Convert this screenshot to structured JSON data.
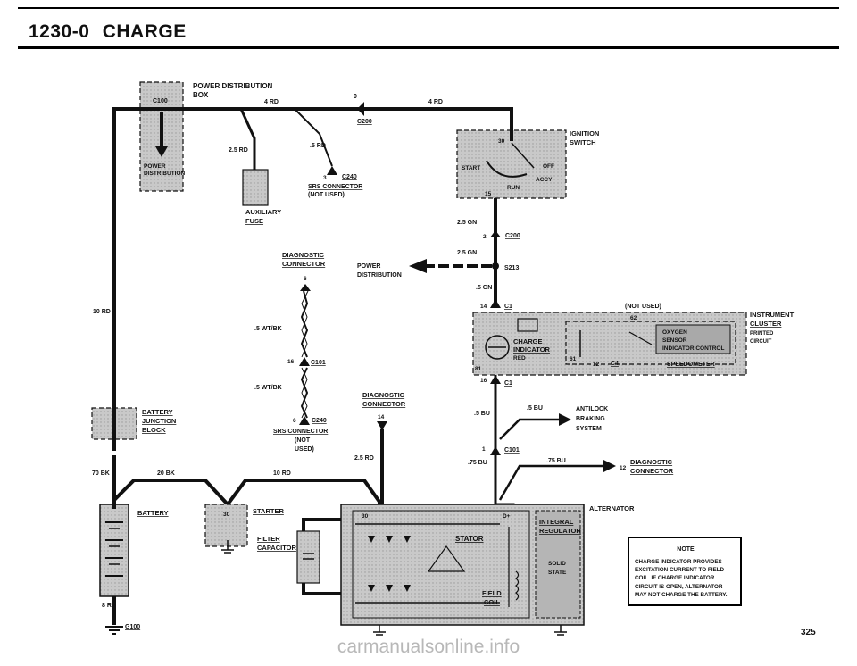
{
  "page": {
    "title": "1230-0   CHARGE",
    "page_number": "325",
    "watermark": "carmanualsonline.info"
  },
  "components": {
    "power_distribution_box": {
      "line1": "POWER DISTRIBUTION",
      "line2": "BOX",
      "connector": "C100",
      "inner1": "POWER",
      "inner2": "DISTRIBUTION"
    },
    "auxiliary_fuse": {
      "line1": "AUXILIARY",
      "line2": "FUSE"
    },
    "ignition_switch": {
      "line1": "IGNITION",
      "line2": "SWITCH",
      "start": "START",
      "off": "OFF",
      "accy": "ACCY",
      "run": "RUN",
      "pin_top": "30",
      "pin_bottom": "15"
    },
    "battery_junction_block": {
      "line1": "BATTERY",
      "line2": "JUNCTION",
      "line3": "BLOCK"
    },
    "battery": {
      "label": "BATTERY"
    },
    "starter": {
      "label": "STARTER",
      "pin": "30"
    },
    "filter_capacitor": {
      "line1": "FILTER",
      "line2": "CAPACITOR"
    },
    "alternator": {
      "label": "ALTERNATOR",
      "stator": "STATOR",
      "field1": "FIELD",
      "field2": "COIL",
      "pin_b": "30",
      "pin_d": "D+",
      "regulator1": "INTEGRAL",
      "regulator2": "REGULATOR",
      "solid1": "SOLID",
      "solid2": "STATE"
    },
    "instrument_cluster": {
      "line1": "INSTRUMENT",
      "line2": "CLUSTER",
      "line3": "PRINTED",
      "line4": "CIRCUIT",
      "not_used": "(NOT USED)",
      "charge1": "CHARGE",
      "charge2": "INDICATOR",
      "charge_color": "RED",
      "oxygen1": "OXYGEN",
      "oxygen2": "SENSOR",
      "oxygen3": "INDICATOR CONTROL",
      "speedometer": "SPEEDOMETER",
      "c4": "C4",
      "pin_61": "61",
      "pin_12": "12",
      "pin_81": "81",
      "pin_62": "62"
    },
    "diagnostic_connector_left": {
      "line1": "DIAGNOSTIC",
      "line2": "CONNECTOR",
      "pin": "6"
    },
    "diagnostic_connector_mid": {
      "line1": "DIAGNOSTIC",
      "line2": "CONNECTOR",
      "pin": "14"
    },
    "diagnostic_connector_right": {
      "line1": "DIAGNOSTIC",
      "line2": "CONNECTOR",
      "pin": "12"
    },
    "srs_connector_top": {
      "line1": "SRS CONNECTOR",
      "line2": "(NOT USED)",
      "connector": "C240",
      "pin": "3"
    },
    "srs_connector_bottom": {
      "line1": "SRS CONNECTOR",
      "line2": "(NOT",
      "line3": "USED)",
      "connector": "C240",
      "pin": "6"
    },
    "antilock": {
      "line1": "ANTILOCK",
      "line2": "BRAKING",
      "line3": "SYSTEM"
    },
    "power_distribution_arrow": {
      "line1": "POWER",
      "line2": "DISTRIBUTION"
    }
  },
  "wires": {
    "rd_4_left": "4 RD",
    "rd_4_right": "4 RD",
    "rd_25": "2.5 RD",
    "rd_05": ".5 RD",
    "c200_top": "C200",
    "c200_pin": "9",
    "rd_10": "10 RD",
    "rd_10_bottom": "10 RD",
    "bk_70": "70 BK",
    "bk_20": "20 BK",
    "br_8": "8 R",
    "rd_25_mid": "2.5 RD",
    "gn_25_a": "2.5 GN",
    "c200_mid": "C200",
    "c200_mid_pin": "2",
    "gn_25_b": "2.5 GN",
    "s213": "S213",
    "gn_05": ".5 GN",
    "c1_top": "C1",
    "c1_top_pin": "14",
    "c1_bottom": "C1",
    "c1_bottom_pin": "16",
    "bu_05_a": ".5 BU",
    "bu_05_b": ".5 BU",
    "c101_right": "C101",
    "c101_right_pin": "1",
    "bu_75_a": ".75 BU",
    "bu_75_b": ".75 BU",
    "wtbk_a": ".5 WT/BK",
    "wtbk_b": ".5 WT/BK",
    "c101_left": "C101",
    "c101_left_pin": "16",
    "g100": "G100"
  },
  "note": {
    "title": "NOTE",
    "lines": [
      "CHARGE INDICATOR PROVIDES",
      "EXCITATION CURRENT TO FIELD",
      "COIL.  IF CHARGE INDICATOR",
      "CIRCUIT IS OPEN, ALTERNATOR",
      "MAY NOT CHARGE THE BATTERY."
    ]
  },
  "colors": {
    "ink": "#111111",
    "shade": "#c7c7c7",
    "shade_dark": "#a9a9a9"
  }
}
